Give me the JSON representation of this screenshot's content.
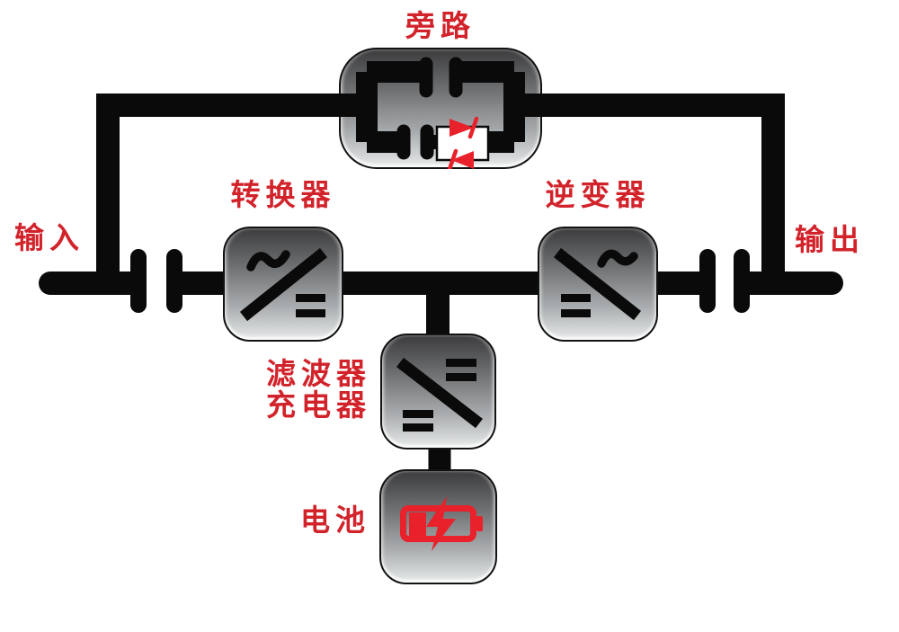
{
  "colors": {
    "background": "#ffffff",
    "wire": "#0a0a0a",
    "label_red": "#d2232b",
    "icon_red": "#e8212b",
    "box_border": "#121212",
    "box_gradient_top": "#3c3c3e",
    "box_gradient_bottom": "#e9ebec"
  },
  "labels": {
    "bypass": "旁路",
    "converter": "转换器",
    "inverter": "逆变器",
    "input": "输入",
    "output": "输出",
    "filter": "滤波器",
    "charger": "充电器",
    "battery": "电池"
  },
  "diagram": {
    "type": "ups-power-flow-block-diagram",
    "nodes": [
      {
        "id": "input",
        "label": "输入",
        "kind": "input-terminal"
      },
      {
        "id": "bypass",
        "label": "旁路",
        "kind": "bypass-block",
        "symbols": [
          "contact-switch",
          "antiparallel-thyristor-pair"
        ]
      },
      {
        "id": "converter",
        "label": "转换器",
        "kind": "ac-dc-converter",
        "symbol": "~ / ="
      },
      {
        "id": "inverter",
        "label": "逆变器",
        "kind": "dc-ac-inverter",
        "symbol": "= / ~"
      },
      {
        "id": "filter_charger",
        "label": "滤波器 充电器",
        "kind": "dc-dc-filter-charger",
        "symbol": "= / ="
      },
      {
        "id": "battery",
        "label": "电池",
        "kind": "battery",
        "icon": "battery-charging-icon"
      },
      {
        "id": "output",
        "label": "输出",
        "kind": "output-terminal"
      }
    ],
    "connections": [
      {
        "from": "input",
        "to": "converter",
        "via": "open-contact-switch"
      },
      {
        "from": "input",
        "to": "bypass"
      },
      {
        "from": "bypass",
        "to": "output"
      },
      {
        "from": "converter",
        "to": "inverter",
        "via": "dc-bus"
      },
      {
        "from": "dc-bus",
        "to": "filter_charger"
      },
      {
        "from": "filter_charger",
        "to": "battery"
      },
      {
        "from": "inverter",
        "to": "output",
        "via": "open-contact-switch"
      }
    ]
  }
}
